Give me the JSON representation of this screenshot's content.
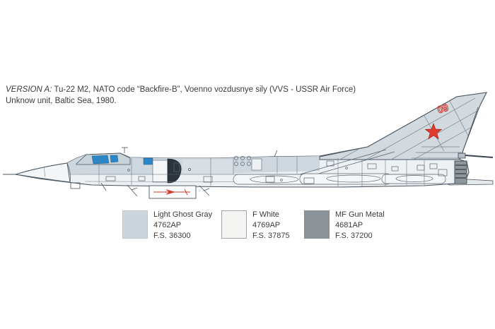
{
  "header": {
    "version_label": "VERSION A:",
    "description": " Tu-22 M2, NATO code “Backfire-B”, Voenno vozdusnye sily (VVS - USSR Air Force)",
    "line2": "Unknow unit, Baltic Sea, 1980."
  },
  "aircraft": {
    "name": "Tu-22 M2 Backfire-B side profile illustration",
    "tail_number": "09",
    "markings": [
      "red-star-icon",
      "tail-number-09",
      "red-missile-marking"
    ]
  },
  "palette": {
    "marking_red": "#d5372d",
    "canopy_blue": "#2b87c8",
    "line": "#4a545e",
    "body_white": "#eef1f3",
    "body_gray": "#ccd5dc",
    "fin_gray": "#d2dae0",
    "exhaust_gray": "#8e979e",
    "text": "#3b3b3b"
  },
  "swatches": [
    {
      "name": "Light Ghost Gray",
      "code": "4762AP",
      "fs": "F.S. 36300",
      "color": "#ccd5dc"
    },
    {
      "name": "F White",
      "code": "4769AP",
      "fs": "F.S. 37875",
      "color": "#f4f4f2"
    },
    {
      "name": "MF Gun Metal",
      "code": "4681AP",
      "fs": "F.S. 37200",
      "color": "#8b9399"
    }
  ]
}
